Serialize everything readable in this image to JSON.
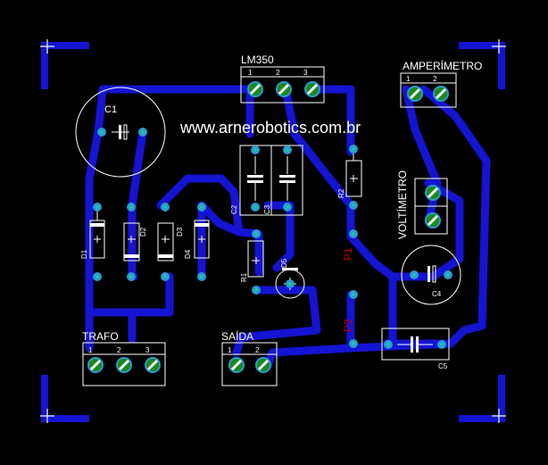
{
  "board": {
    "url": "www.arnerobotics.com.br",
    "colors": {
      "background": "#000000",
      "trace": "#1414d2",
      "pad_ring": "#2a9bd0",
      "pad_hole": "#20c0b0",
      "silkscreen": "#ffffff",
      "test_label": "#c00000",
      "screw_green": "#1a8a1a"
    }
  },
  "components": {
    "lm350": "LM350",
    "amperimetro": "AMPERÍMETRO",
    "voltimetro": "VOLTÍMETRO",
    "trafo": "TRAFO",
    "saida": "SAÍDA",
    "c1": "C1",
    "c2": "C2",
    "c3": "C3",
    "c4": "C4",
    "c5": "C5",
    "r1": "R1",
    "r2": "R2",
    "d1": "D1",
    "d2": "D2",
    "d3": "D3",
    "d4": "D4",
    "d5": "D5",
    "p1": "P1",
    "p2": "P2"
  },
  "pins": {
    "p1": "1",
    "p2": "2",
    "p3": "3"
  }
}
